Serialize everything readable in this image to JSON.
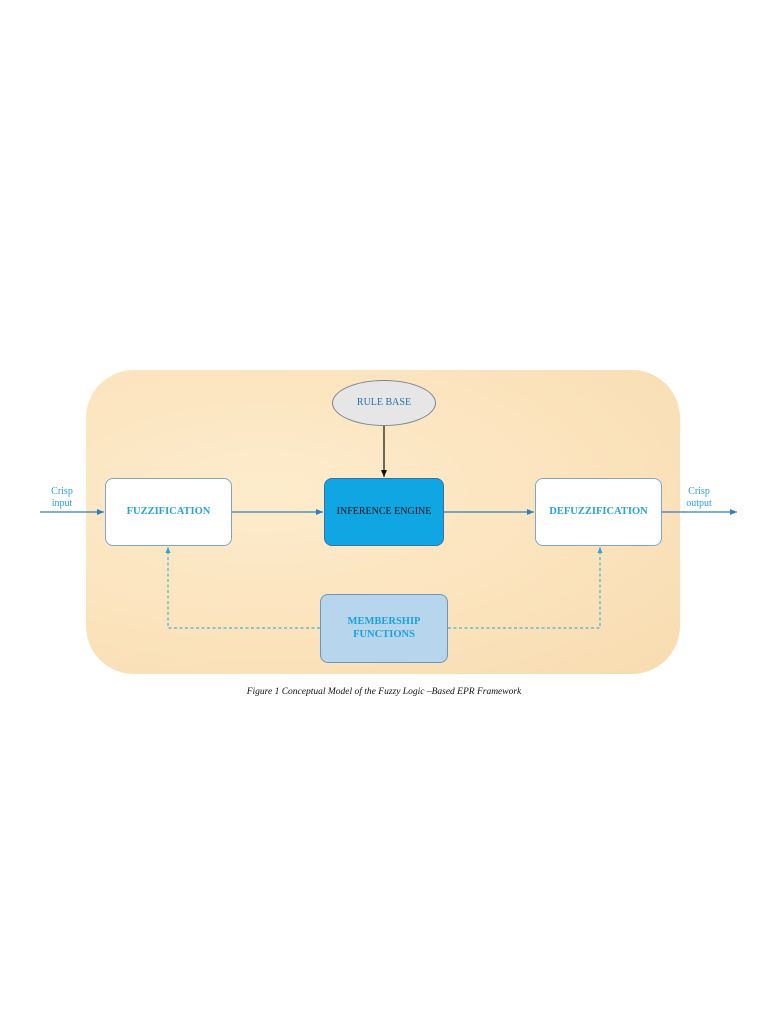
{
  "diagram": {
    "nodes": {
      "rule_base": "RULE BASE",
      "fuzzification": "FUZZIFICATION",
      "inference_engine": "INFERENCE ENGINE",
      "defuzzification": "DEFUZZIFICATION",
      "membership_line1": "MEMBERSHIP",
      "membership_line2": "FUNCTIONS"
    },
    "input_label_line1": "Crisp",
    "input_label_line2": "input",
    "output_label_line1": "Crisp",
    "output_label_line2": "output",
    "caption": "Figure 1 Conceptual Model of the Fuzzy Logic –Based EPR Framework",
    "colors": {
      "panel_fill": "#fbe3bd",
      "engine_fill": "#10a6e3",
      "membership_fill": "#b8d5ee",
      "rule_base_fill": "#e6e6e6",
      "accent_text": "#29a3d6",
      "arrow": "#2e7fc0"
    }
  }
}
